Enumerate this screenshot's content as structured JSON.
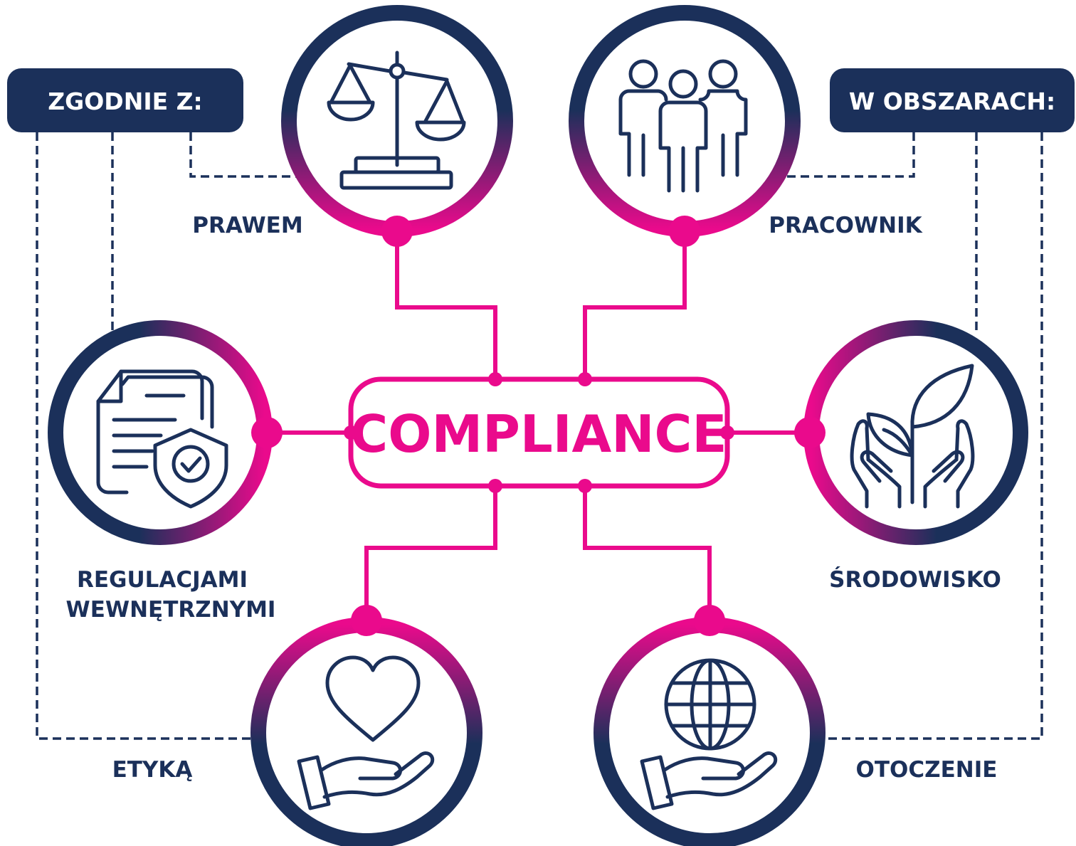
{
  "center": {
    "label": "COMPLIANCE"
  },
  "headers": {
    "left": "ZGODNIE Z:",
    "right": "W OBSZARACH:"
  },
  "nodes": {
    "law": {
      "label": "PRAWEM",
      "icon": "scales-of-justice-icon"
    },
    "employee": {
      "label": "PRACOWNIK",
      "icon": "people-group-icon"
    },
    "regulations": {
      "label_line1": "REGULACJAMI",
      "label_line2": "WEWNĘTRZNYMI",
      "icon": "document-shield-icon"
    },
    "environment": {
      "label": "ŚRODOWISKO",
      "icon": "plant-in-hands-icon"
    },
    "ethics": {
      "label": "ETYKĄ",
      "icon": "heart-in-hand-icon"
    },
    "surroundings": {
      "label": "OTOCZENIE",
      "icon": "globe-in-hand-icon"
    }
  },
  "colors": {
    "navy": "#1b305a",
    "pink": "#ea0a8c",
    "white": "#ffffff"
  }
}
